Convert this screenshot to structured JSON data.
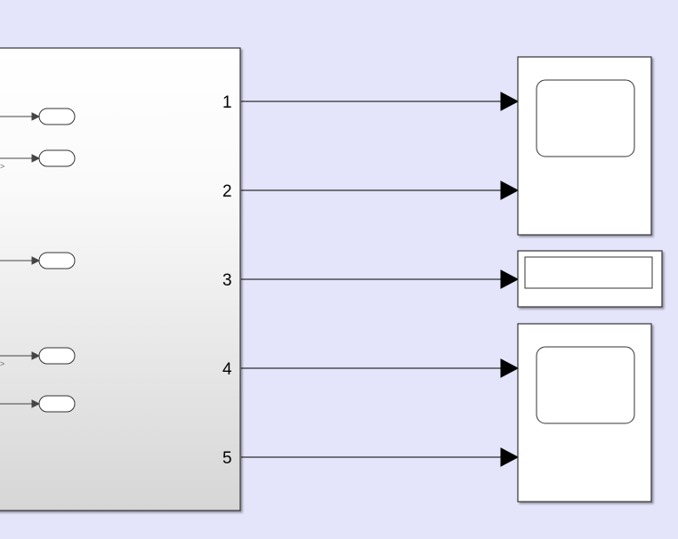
{
  "canvas": {
    "background": "#e4e4fa"
  },
  "subsystem": {
    "output_ports": [
      "1",
      "2",
      "3",
      "4",
      "5"
    ],
    "internal_lines": 5,
    "gradient": {
      "top": "#ffffff",
      "bottom": "#d9d9d9"
    }
  },
  "sinks": [
    {
      "kind": "scope",
      "inputs": 2,
      "icon": "scope-icon"
    },
    {
      "kind": "display",
      "inputs": 1,
      "icon": "display-icon"
    },
    {
      "kind": "scope",
      "inputs": 2,
      "icon": "scope-icon"
    }
  ],
  "connections": [
    {
      "from_port": "1",
      "to": "scope-1-in-1"
    },
    {
      "from_port": "2",
      "to": "scope-1-in-2"
    },
    {
      "from_port": "3",
      "to": "display-in-1"
    },
    {
      "from_port": "4",
      "to": "scope-2-in-1"
    },
    {
      "from_port": "5",
      "to": "scope-2-in-2"
    }
  ]
}
